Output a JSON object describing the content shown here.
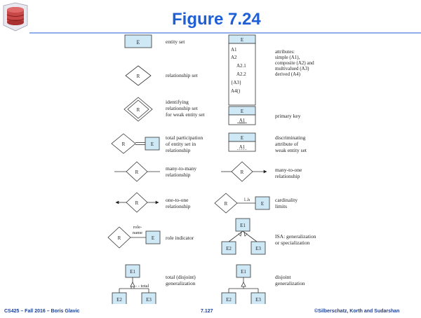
{
  "slide": {
    "title": "Figure 7.24",
    "footer_left": "CS425 – Fall 2016 – Boris Glavic",
    "footer_center": "7.127",
    "footer_right": "©Silberschatz, Korth and Sudarshan"
  },
  "colors": {
    "box_fill": "#cfe8f6",
    "title_blue": "#1f5fd6",
    "footer_blue": "#1c3f95",
    "top_rule": "#1f5fd6"
  },
  "symbols": {
    "entity_letter": "E",
    "relationship_letter": "R",
    "attribute_items": [
      "A1",
      "A2",
      "A2.1",
      "A2.2",
      "{A3}",
      "A4()"
    ],
    "primary_key_attr": "A1",
    "discriminator_attr": "A1",
    "cardinality_label": "l..h",
    "role_name_line1": "role-",
    "role_name_line2": "name",
    "isa_super": "E1",
    "isa_sub1": "E2",
    "isa_sub2": "E3",
    "total_label": "total"
  },
  "labels": {
    "entity_set": [
      "entity set"
    ],
    "relationship_set": [
      "relationship set"
    ],
    "identifying_rel": [
      "identifying",
      "relationship set",
      "for weak entity set"
    ],
    "total_participation": [
      "total participation",
      "of entity set in",
      "relationship"
    ],
    "many_to_many": [
      "many-to-many",
      "relationship"
    ],
    "one_to_one": [
      "one-to-one",
      "relationship"
    ],
    "role_indicator": [
      "role indicator"
    ],
    "total_disjoint": [
      "total (disjoint)",
      "generalization"
    ],
    "attributes": [
      "attributes:",
      "simple (A1),",
      "composite (A2) and",
      "multivalued (A3)",
      "derived (A4)"
    ],
    "primary_key": [
      "primary key"
    ],
    "discriminating": [
      "discriminating",
      "attribute of",
      "weak entity set"
    ],
    "many_to_one": [
      "many-to-one",
      "relationship"
    ],
    "cardinality": [
      "cardinality",
      "limits"
    ],
    "isa": [
      "ISA: generalization",
      "or specialization"
    ],
    "disjoint": [
      "disjoint",
      "generalization"
    ]
  }
}
